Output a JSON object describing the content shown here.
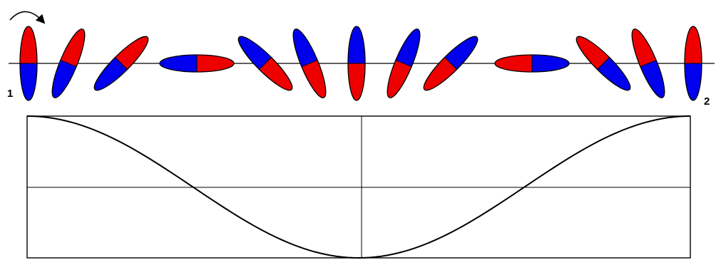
{
  "colors": {
    "pole_a": "#0000ee",
    "pole_b": "#ee0000",
    "outline": "#000000",
    "line": "#000000",
    "background": "#ffffff"
  },
  "labels": {
    "start": "1",
    "end": "2"
  },
  "rotation_arrow_icon": "curved-arrow-clockwise",
  "molecules": [
    {
      "index": 1,
      "angle_deg": 0
    },
    {
      "index": 2,
      "angle_deg": 22.5
    },
    {
      "index": 3,
      "angle_deg": 45
    },
    {
      "index": 4,
      "angle_deg": 90
    },
    {
      "index": 5,
      "angle_deg": 135
    },
    {
      "index": 6,
      "angle_deg": 157.5
    },
    {
      "index": 7,
      "angle_deg": 180
    },
    {
      "index": 8,
      "angle_deg": 202.5
    },
    {
      "index": 9,
      "angle_deg": 225
    },
    {
      "index": 10,
      "angle_deg": 270
    },
    {
      "index": 11,
      "angle_deg": 315
    },
    {
      "index": 12,
      "angle_deg": 337.5
    },
    {
      "index": 13,
      "angle_deg": 360
    }
  ],
  "chart_data": {
    "type": "line",
    "title": "",
    "xlabel": "",
    "ylabel": "",
    "x_range_deg": [
      0,
      360
    ],
    "y_range": [
      -1,
      1
    ],
    "grid": true,
    "series": [
      {
        "function": "cos",
        "x": [
          0,
          22.5,
          45,
          67.5,
          90,
          112.5,
          135,
          157.5,
          180,
          202.5,
          225,
          247.5,
          270,
          292.5,
          315,
          337.5,
          360
        ],
        "values": [
          1,
          0.924,
          0.707,
          0.383,
          0,
          -0.383,
          -0.707,
          -0.924,
          -1,
          -0.924,
          -0.707,
          -0.383,
          0,
          0.383,
          0.707,
          0.924,
          1
        ]
      }
    ]
  }
}
